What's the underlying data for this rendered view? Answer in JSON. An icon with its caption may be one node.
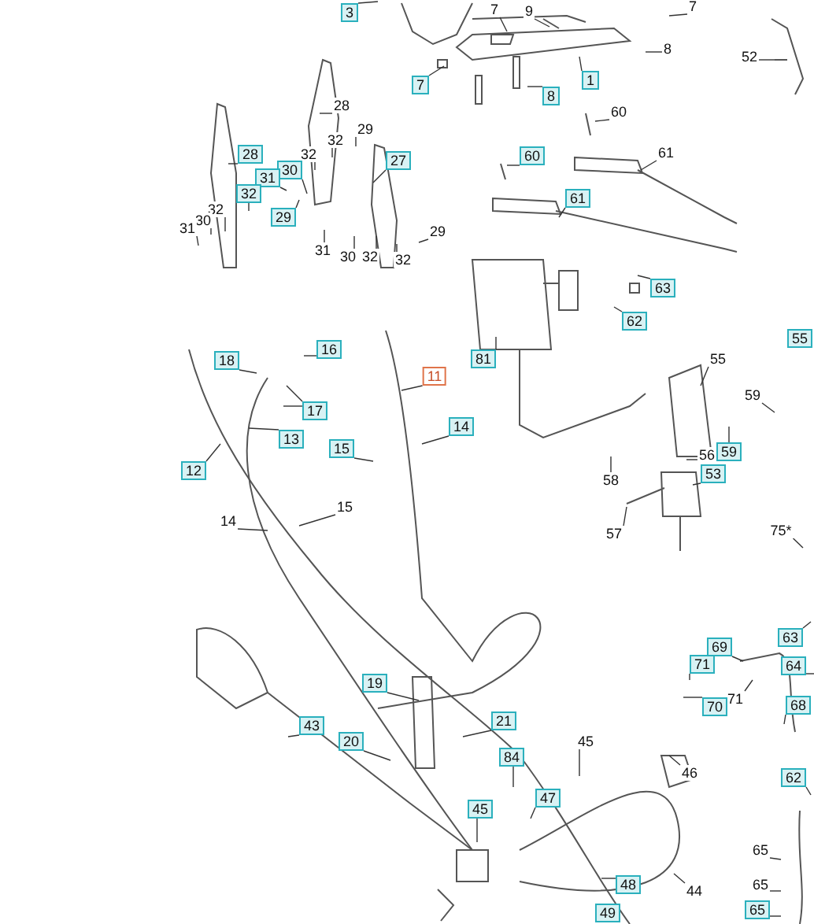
{
  "diagram": {
    "nodes": [
      {
        "text": [
          "3"
        ]
      },
      {
        "text": [
          "7"
        ]
      },
      {
        "text": [
          "9"
        ]
      },
      {
        "text": [
          "7"
        ]
      },
      {
        "text": [
          "52"
        ]
      },
      {
        "text": [
          "8"
        ]
      },
      {
        "text": [
          "1"
        ]
      },
      {
        "text": [
          "7"
        ]
      },
      {
        "text": [
          "8"
        ]
      },
      {
        "text": [
          "28"
        ]
      },
      {
        "text": [
          "60"
        ]
      },
      {
        "text": [
          "29"
        ]
      },
      {
        "text": [
          "32"
        ]
      },
      {
        "text": [
          "28"
        ]
      },
      {
        "text": [
          "61"
        ]
      },
      {
        "text": [
          "60"
        ]
      },
      {
        "text": [
          "27"
        ]
      },
      {
        "text": [
          "32"
        ]
      },
      {
        "text": [
          "30"
        ]
      },
      {
        "text": [
          "31"
        ]
      },
      {
        "text": [
          "32"
        ]
      },
      {
        "text": [
          "61"
        ]
      },
      {
        "text": [
          "32"
        ]
      },
      {
        "text": [
          "29"
        ]
      },
      {
        "text": [
          "30"
        ]
      },
      {
        "text": [
          "31"
        ]
      },
      {
        "text": [
          "29"
        ]
      },
      {
        "text": [
          "31"
        ]
      },
      {
        "text": [
          "30"
        ]
      },
      {
        "text": [
          "32"
        ]
      },
      {
        "text": [
          "32"
        ]
      },
      {
        "text": [
          "63"
        ]
      },
      {
        "text": [
          "62"
        ]
      },
      {
        "text": [
          "16"
        ]
      },
      {
        "text": [
          "81"
        ]
      },
      {
        "text": [
          "55"
        ]
      },
      {
        "text": [
          "18"
        ]
      },
      {
        "text": [
          "11"
        ]
      },
      {
        "text": [
          "59"
        ]
      },
      {
        "text": [
          "17"
        ]
      },
      {
        "text": [
          "14"
        ]
      },
      {
        "text": [
          "13"
        ]
      },
      {
        "text": [
          "15"
        ]
      },
      {
        "text": [
          "59"
        ]
      },
      {
        "text": [
          "56"
        ]
      },
      {
        "text": [
          "53"
        ]
      },
      {
        "text": [
          "12"
        ]
      },
      {
        "text": [
          "58"
        ]
      },
      {
        "text": [
          "15"
        ]
      },
      {
        "text": [
          "14"
        ]
      },
      {
        "text": [
          "75*"
        ]
      },
      {
        "text": [
          "57"
        ]
      },
      {
        "text": [
          "63"
        ]
      },
      {
        "text": [
          "69"
        ]
      },
      {
        "text": [
          "71"
        ]
      },
      {
        "text": [
          "64"
        ]
      },
      {
        "text": [
          "19"
        ]
      },
      {
        "text": [
          "71"
        ]
      },
      {
        "text": [
          "68"
        ]
      },
      {
        "text": [
          "70"
        ]
      },
      {
        "text": [
          "21"
        ]
      },
      {
        "text": [
          "43"
        ]
      },
      {
        "text": [
          "20"
        ]
      },
      {
        "text": [
          "45"
        ]
      },
      {
        "text": [
          "84"
        ]
      },
      {
        "text": [
          "46"
        ]
      },
      {
        "text": [
          "62"
        ]
      },
      {
        "text": [
          "47"
        ]
      },
      {
        "text": [
          "45"
        ]
      },
      {
        "text": [
          "65"
        ]
      },
      {
        "text": [
          "65"
        ]
      },
      {
        "text": [
          "48"
        ]
      },
      {
        "text": [
          "44"
        ]
      },
      {
        "text": [
          "49"
        ]
      },
      {
        "text": [
          "65"
        ]
      },
      {
        "text": [
          "55"
        ]
      }
    ],
    "edges": [
      {
        "from": 0,
        "to": null,
        "arrow": "none"
      },
      {
        "from": 1,
        "to": null,
        "arrow": "none"
      },
      {
        "from": 2,
        "to": null,
        "arrow": "none"
      },
      {
        "from": 3,
        "to": null,
        "arrow": "none"
      },
      {
        "from": 4,
        "to": null,
        "arrow": "none"
      },
      {
        "from": 5,
        "to": null,
        "arrow": "none"
      },
      {
        "from": 6,
        "to": null,
        "arrow": "none"
      },
      {
        "from": 7,
        "to": null,
        "arrow": "none"
      },
      {
        "from": 8,
        "to": null,
        "arrow": "none"
      },
      {
        "from": 9,
        "to": null,
        "arrow": "none"
      },
      {
        "from": 10,
        "to": null,
        "arrow": "none"
      },
      {
        "from": 11,
        "to": null,
        "arrow": "none"
      },
      {
        "from": 12,
        "to": null,
        "arrow": "none"
      },
      {
        "from": 13,
        "to": null,
        "arrow": "none"
      },
      {
        "from": 14,
        "to": null,
        "arrow": "none"
      },
      {
        "from": 15,
        "to": null,
        "arrow": "none"
      },
      {
        "from": 16,
        "to": null,
        "arrow": "none"
      },
      {
        "from": 17,
        "to": null,
        "arrow": "none"
      },
      {
        "from": 18,
        "to": null,
        "arrow": "none"
      },
      {
        "from": 19,
        "to": null,
        "arrow": "none"
      },
      {
        "from": 20,
        "to": null,
        "arrow": "none"
      },
      {
        "from": 21,
        "to": null,
        "arrow": "none"
      },
      {
        "from": 22,
        "to": null,
        "arrow": "none"
      },
      {
        "from": 23,
        "to": null,
        "arrow": "none"
      },
      {
        "from": 24,
        "to": null,
        "arrow": "none"
      },
      {
        "from": 25,
        "to": null,
        "arrow": "none"
      },
      {
        "from": 26,
        "to": null,
        "arrow": "none"
      },
      {
        "from": 27,
        "to": null,
        "arrow": "none"
      },
      {
        "from": 28,
        "to": null,
        "arrow": "none"
      },
      {
        "from": 29,
        "to": null,
        "arrow": "none"
      },
      {
        "from": 30,
        "to": null,
        "arrow": "none"
      },
      {
        "from": 31,
        "to": null,
        "arrow": "none"
      },
      {
        "from": 32,
        "to": null,
        "arrow": "none"
      },
      {
        "from": 33,
        "to": null,
        "arrow": "none"
      },
      {
        "from": 34,
        "to": null,
        "arrow": "none"
      },
      {
        "from": 35,
        "to": null,
        "arrow": "none"
      },
      {
        "from": 36,
        "to": null,
        "arrow": "none"
      },
      {
        "from": 37,
        "to": null,
        "arrow": "none"
      },
      {
        "from": 38,
        "to": null,
        "arrow": "none"
      },
      {
        "from": 39,
        "to": null,
        "arrow": "none"
      },
      {
        "from": 39,
        "to": null,
        "arrow": "none"
      },
      {
        "from": 40,
        "to": null,
        "arrow": "none"
      },
      {
        "from": 41,
        "to": null,
        "arrow": "none"
      },
      {
        "from": 42,
        "to": null,
        "arrow": "none"
      },
      {
        "from": 43,
        "to": null,
        "arrow": "none"
      },
      {
        "from": 44,
        "to": null,
        "arrow": "none"
      },
      {
        "from": 45,
        "to": null,
        "arrow": "none"
      },
      {
        "from": 46,
        "to": null,
        "arrow": "none"
      },
      {
        "from": 47,
        "to": null,
        "arrow": "none"
      },
      {
        "from": 48,
        "to": null,
        "arrow": "none"
      },
      {
        "from": 49,
        "to": null,
        "arrow": "none"
      },
      {
        "from": 50,
        "to": null,
        "arrow": "none"
      },
      {
        "from": 51,
        "to": null,
        "arrow": "none"
      },
      {
        "from": 52,
        "to": null,
        "arrow": "none"
      },
      {
        "from": 53,
        "to": null,
        "arrow": "none"
      },
      {
        "from": 54,
        "to": null,
        "arrow": "none"
      },
      {
        "from": 55,
        "to": null,
        "arrow": "none"
      },
      {
        "from": 56,
        "to": null,
        "arrow": "none"
      },
      {
        "from": 57,
        "to": null,
        "arrow": "none"
      },
      {
        "from": 58,
        "to": null,
        "arrow": "none"
      },
      {
        "from": 59,
        "to": null,
        "arrow": "none"
      },
      {
        "from": 60,
        "to": null,
        "arrow": "none"
      },
      {
        "from": 61,
        "to": null,
        "arrow": "none"
      },
      {
        "from": 62,
        "to": null,
        "arrow": "none"
      },
      {
        "from": 63,
        "to": null,
        "arrow": "none"
      },
      {
        "from": 64,
        "to": null,
        "arrow": "none"
      },
      {
        "from": 65,
        "to": null,
        "arrow": "none"
      },
      {
        "from": 66,
        "to": null,
        "arrow": "none"
      },
      {
        "from": 67,
        "to": null,
        "arrow": "none"
      },
      {
        "from": 68,
        "to": null,
        "arrow": "none"
      },
      {
        "from": 69,
        "to": null,
        "arrow": "none"
      },
      {
        "from": 70,
        "to": null,
        "arrow": "none"
      },
      {
        "from": 71,
        "to": null,
        "arrow": "none"
      },
      {
        "from": 72,
        "to": null,
        "arrow": "none"
      },
      {
        "from": 73,
        "to": null,
        "arrow": "none"
      },
      {
        "from": 74,
        "to": null,
        "arrow": "none"
      }
    ]
  }
}
